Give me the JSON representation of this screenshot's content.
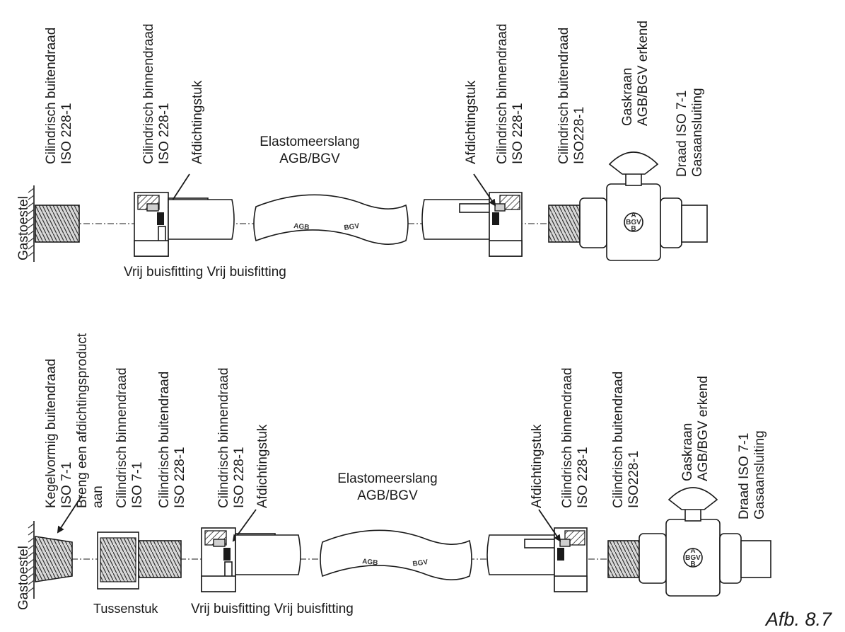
{
  "top": {
    "gastoestel": "Gastoestel",
    "outer_thread_1": "Cilindrisch buitendraad",
    "outer_thread_2": "ISO 228-1",
    "inner_thread_1": "Cilindrisch binnendraad",
    "inner_thread_2": "ISO 228-1",
    "seal_left": "Afdichtingstuk",
    "hose_1": "Elastomeerslang",
    "hose_2": "AGB/BGV",
    "seal_right": "Afdichtingstuk",
    "inner_thread_r1": "Cilindrisch binnendraad",
    "inner_thread_r2": "ISO 228-1",
    "outer_thread_r1": "Cilindrisch buitendraad",
    "outer_thread_r2": "ISO228-1",
    "gaskraan_1": "Gaskraan",
    "gaskraan_2": "AGB/BGV erkend",
    "draad_1": "Draad ISO 7-1",
    "draad_2": "Gasaansluiting",
    "fitting_caption": "Vrij buisfitting Vrij buisfitting",
    "hose_mark_1": "AGB",
    "hose_mark_2": "BGV",
    "valve_mark_1": "A",
    "valve_mark_2": "BGV",
    "valve_mark_3": "B"
  },
  "bottom": {
    "gastoestel": "Gastoestel",
    "cone_1": "Kegelvormig buitendraad",
    "cone_2": "ISO 7-1",
    "cone_3": "Breng een afdichtingsproduct",
    "cone_4": "aan",
    "adapt_in_1": "Cilindrisch binnendraad",
    "adapt_in_2": "ISO 7-1",
    "adapt_out_1": "Cilindrisch buitendraad",
    "adapt_out_2": "ISO 228-1",
    "inner_thread_1": "Cilindrisch binnendraad",
    "inner_thread_2": "ISO 228-1",
    "seal_left": "Afdichtingstuk",
    "hose_1": "Elastomeerslang",
    "hose_2": "AGB/BGV",
    "seal_right": "Afdichtingstuk",
    "inner_thread_r1": "Cilindrisch binnendraad",
    "inner_thread_r2": "ISO 228-1",
    "outer_thread_r1": "Cilindrisch buitendraad",
    "outer_thread_r2": "ISO228-1",
    "gaskraan_1": "Gaskraan",
    "gaskraan_2": "AGB/BGV erkend",
    "draad_1": "Draad ISO 7-1",
    "draad_2": "Gasaansluiting",
    "tussenstuk": "Tussenstuk",
    "fitting_caption": "Vrij buisfitting Vrij buisfitting",
    "hose_mark_1": "AGB",
    "hose_mark_2": "BGV",
    "valve_mark_1": "A",
    "valve_mark_2": "BGV",
    "valve_mark_3": "B"
  },
  "figure_label": "Afb. 8.7"
}
